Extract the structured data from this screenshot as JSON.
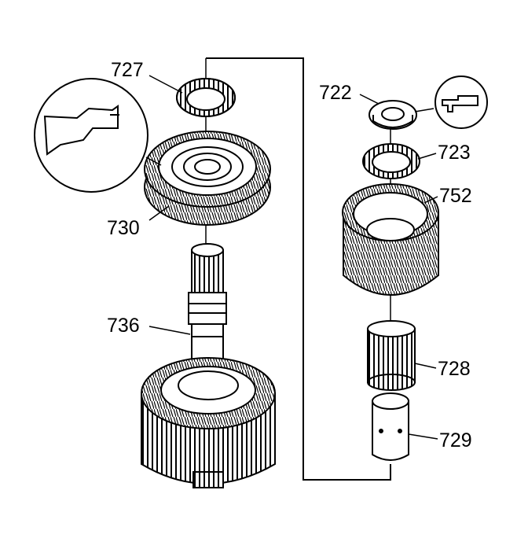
{
  "callouts": {
    "c727": "727",
    "c730": "730",
    "c736": "736",
    "c722": "722",
    "c723": "723",
    "c752": "752",
    "c728": "728",
    "c729": "729"
  },
  "colors": {
    "line": "#000000",
    "background": "#ffffff",
    "fill": "#ffffff"
  },
  "icons": [
    "thrust-bearing-icon",
    "gear-icon",
    "output-shaft-icon",
    "thrust-washer-icon",
    "needle-bearing-icon",
    "sleeve-icon",
    "detail-circle-icon"
  ]
}
